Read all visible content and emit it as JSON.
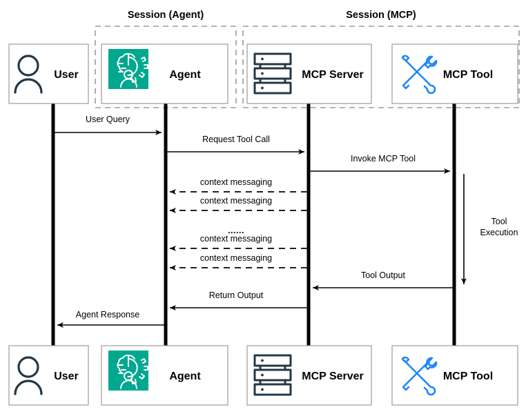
{
  "diagram": {
    "title": "MCP Agent Tool Call Sequence Diagram",
    "type": "sequence-diagram",
    "colors": {
      "agent_icon_bg": "#00a88f",
      "tool_icon": "#1e88f7",
      "person_icon": "#253746",
      "server_icon": "#253746",
      "box_border": "#9b9b9b",
      "lifeline": "#000000",
      "session_border": "#9b9b9b",
      "background": "#ffffff"
    },
    "sessions": [
      {
        "id": "session-agent",
        "label": "Session (Agent)"
      },
      {
        "id": "session-mcp",
        "label": "Session (MCP)"
      }
    ],
    "actors": [
      {
        "id": "user",
        "label": "User",
        "icon": "person-icon"
      },
      {
        "id": "agent",
        "label": "Agent",
        "icon": "agent-brain-gear-icon"
      },
      {
        "id": "mcp-server",
        "label": "MCP Server",
        "icon": "server-rack-icon"
      },
      {
        "id": "mcp-tool",
        "label": "MCP Tool",
        "icon": "crossed-tools-icon"
      }
    ],
    "messages": [
      {
        "id": "m1",
        "label": "User  Query",
        "from": "user",
        "to": "agent",
        "style": "solid",
        "direction": "right"
      },
      {
        "id": "m2",
        "label": "Request Tool Call",
        "from": "agent",
        "to": "mcp-server",
        "style": "solid",
        "direction": "right"
      },
      {
        "id": "m3",
        "label": "Invoke MCP Tool",
        "from": "mcp-server",
        "to": "mcp-tool",
        "style": "solid",
        "direction": "right"
      },
      {
        "id": "m4",
        "label": "context messaging",
        "from": "mcp-server",
        "to": "agent",
        "style": "dashed",
        "direction": "left"
      },
      {
        "id": "m5",
        "label": "context messaging",
        "from": "mcp-server",
        "to": "agent",
        "style": "dashed",
        "direction": "left"
      },
      {
        "id": "m6",
        "label": "context messaging",
        "from": "mcp-server",
        "to": "agent",
        "style": "dashed",
        "direction": "left"
      },
      {
        "id": "m7",
        "label": "context messaging",
        "from": "mcp-server",
        "to": "agent",
        "style": "dashed",
        "direction": "left"
      },
      {
        "id": "m8",
        "label": "Tool Output",
        "from": "mcp-tool",
        "to": "mcp-server",
        "style": "solid",
        "direction": "left"
      },
      {
        "id": "m9",
        "label": "Return Output",
        "from": "mcp-server",
        "to": "agent",
        "style": "solid",
        "direction": "left"
      },
      {
        "id": "m10",
        "label": "Agent Response",
        "from": "agent",
        "to": "user",
        "style": "solid",
        "direction": "left"
      }
    ],
    "continuation_marker": "......",
    "execution_block": {
      "id": "tool-execution",
      "label_line1": "Tool",
      "label_line2": "Execution",
      "actor": "mcp-tool"
    }
  }
}
